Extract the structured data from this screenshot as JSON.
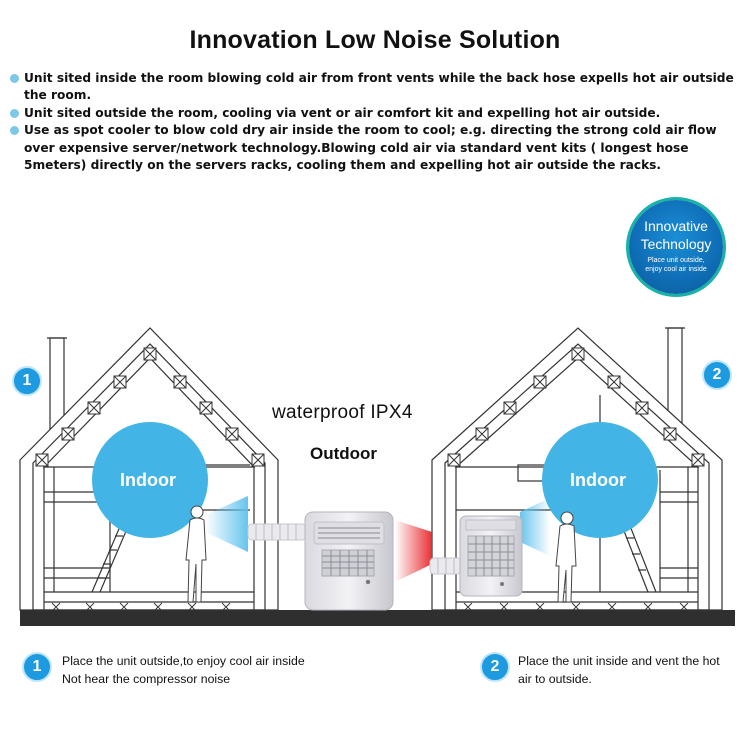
{
  "title": "Innovation Low Noise Solution",
  "bullets": [
    "Unit sited inside the room blowing cold air from front vents while the back hose expells hot air outside the room.",
    "Unit sited outside the room, cooling via vent or air comfort kit and expelling hot air outside.",
    "Use as spot cooler to blow cold dry air inside the room to cool; e.g. directing the strong cold air flow over expensive server/network technology.Blowing cold air via standard vent kits ( longest hose 5meters) directly  on the servers racks, cooling them and expelling hot air outside the racks."
  ],
  "badge": {
    "line1": "Innovative",
    "line2": "Technology",
    "line3": "Place unit outside,",
    "line4": "enjoy cool air inside"
  },
  "scene": {
    "waterproof": "waterproof IPX4",
    "outdoor": "Outdoor",
    "indoor_left": "Indoor",
    "indoor_right": "Indoor",
    "marker1": "1",
    "marker2": "2"
  },
  "notes": {
    "n1_num": "1",
    "n1_line1": "Place the unit outside,to enjoy cool air inside",
    "n1_line2": "Not hear the compressor noise",
    "n2_num": "2",
    "n2_line1": "Place the unit inside and vent the hot",
    "n2_line2": "air to outside."
  },
  "colors": {
    "accent": "#1e9ae0",
    "indoor_circle": "#43b4e6",
    "hot": "#e8262a",
    "ground": "#2f2f2f"
  }
}
